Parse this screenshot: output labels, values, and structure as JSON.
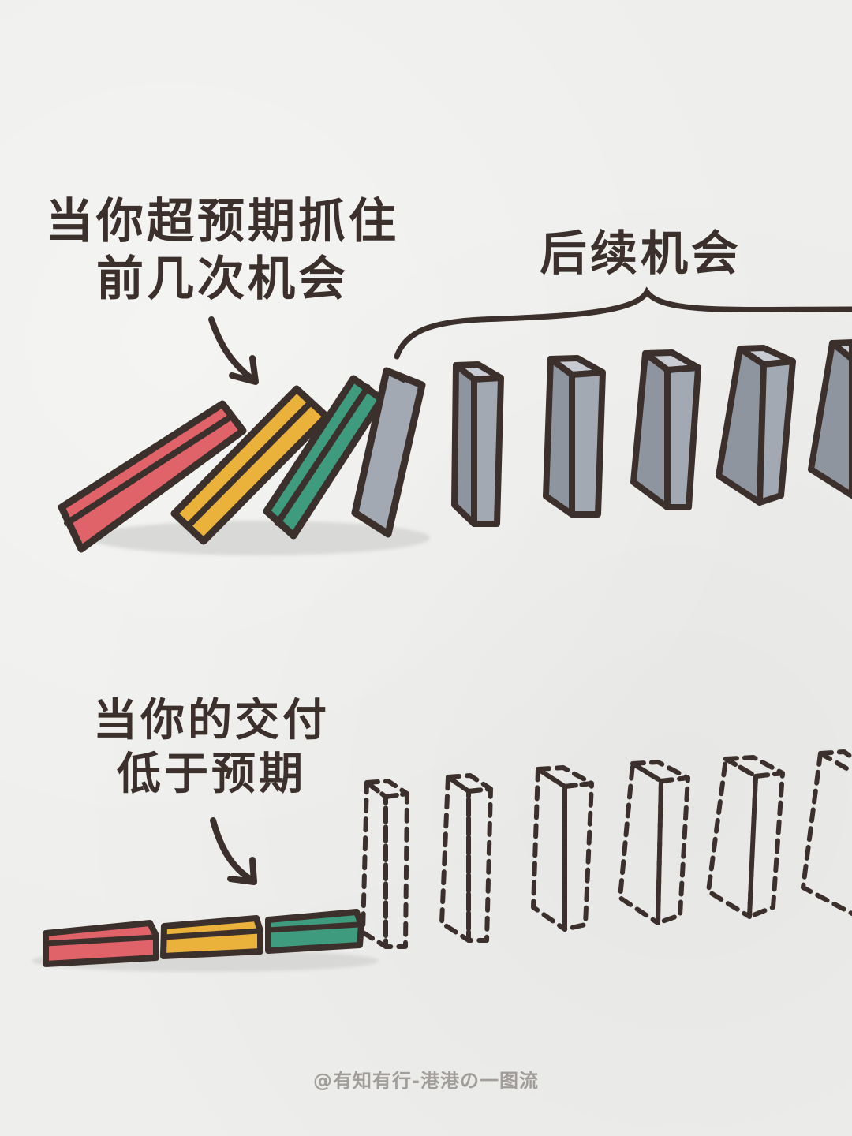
{
  "captions": {
    "top_left": {
      "line1": "当你超预期抓住",
      "line2": "前几次机会"
    },
    "top_right": "后续机会",
    "bottom_left": {
      "line1": "当你的交付",
      "line2": "低于预期"
    }
  },
  "watermark": "@有知有行-港港の一图流",
  "colors": {
    "background": "#eeeeec",
    "outline": "#3b302c",
    "red": "#e0636a",
    "yellow": "#eab23b",
    "green": "#3f9b7d",
    "gray": "#a3a9b2",
    "shadow": "#d5d5d5"
  }
}
